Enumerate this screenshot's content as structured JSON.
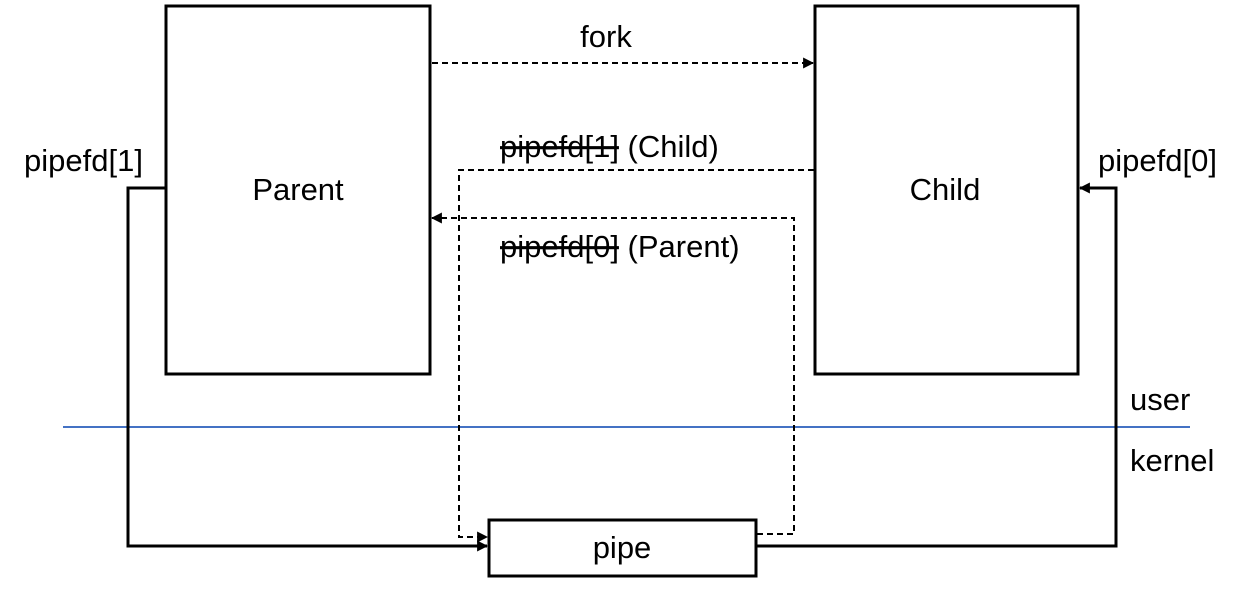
{
  "colors": {
    "line": "#000000",
    "divider": "#4472C4",
    "background": "#FFFFFF"
  },
  "boxes": {
    "parent": "Parent",
    "child": "Child",
    "pipe": "pipe"
  },
  "arrows": {
    "fork": "fork",
    "child_close_fd": "pipefd[1]",
    "child_close_owner": " (Child)",
    "parent_close_fd": "pipefd[0]",
    "parent_close_owner": " (Parent)"
  },
  "fd_labels": {
    "parent_write": "pipefd[1]",
    "child_read": "pipefd[0]"
  },
  "regions": {
    "user": "user",
    "kernel": "kernel"
  }
}
